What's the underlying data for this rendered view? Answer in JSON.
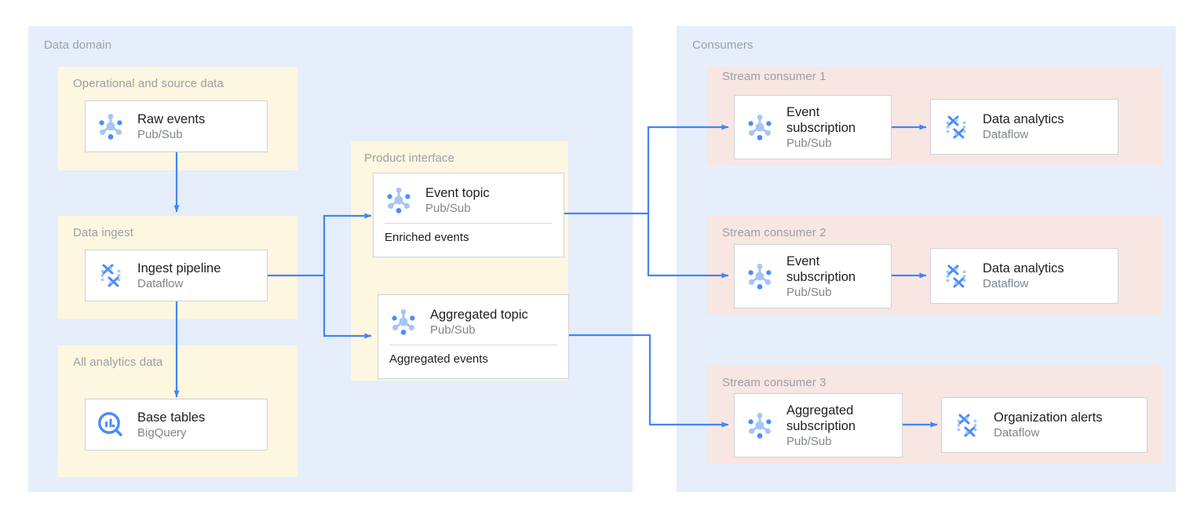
{
  "theme": {
    "canvas_bg": "#ffffff",
    "outer_panel_bg": "#e5eefa",
    "domain_group_bg": "#fdf6e0",
    "consumer_group_bg": "#f8e6e2",
    "card_bg": "#ffffff",
    "card_border": "#cfd2d6",
    "group_label_color": "#9aa0a6",
    "card_title_color": "#1f1f1f",
    "card_subtitle_color": "#80868b",
    "arrow_color": "#4285f4",
    "icon_color_dark": "#4b8df8",
    "icon_color_light": "#a7c5f5"
  },
  "panels": {
    "data_domain": {
      "label": "Data domain"
    },
    "consumers": {
      "label": "Consumers"
    },
    "product_interface": {
      "label": "Product interface"
    }
  },
  "groups": {
    "operational_source": {
      "label": "Operational and source data"
    },
    "data_ingest": {
      "label": "Data ingest"
    },
    "all_analytics": {
      "label": "All analytics data"
    },
    "stream_consumer_1": {
      "label": "Stream consumer 1"
    },
    "stream_consumer_2": {
      "label": "Stream consumer 2"
    },
    "stream_consumer_3": {
      "label": "Stream consumer 3"
    }
  },
  "cards": {
    "raw_events": {
      "title": "Raw events",
      "subtitle": "Pub/Sub",
      "icon": "pubsub-icon"
    },
    "ingest_pipeline": {
      "title": "Ingest pipeline",
      "subtitle": "Dataflow",
      "icon": "dataflow-icon"
    },
    "base_tables": {
      "title": "Base tables",
      "subtitle": "BigQuery",
      "icon": "bigquery-icon"
    },
    "event_topic": {
      "title": "Event topic",
      "subtitle": "Pub/Sub",
      "icon": "pubsub-icon",
      "footer": "Enriched events"
    },
    "aggregated_topic": {
      "title": "Aggregated topic",
      "subtitle": "Pub/Sub",
      "icon": "pubsub-icon",
      "footer": "Aggregated events"
    },
    "event_subscription_1": {
      "title": "Event\nsubscription",
      "subtitle": "Pub/Sub",
      "icon": "pubsub-icon"
    },
    "data_analytics_1": {
      "title": "Data analytics",
      "subtitle": "Dataflow",
      "icon": "dataflow-icon"
    },
    "event_subscription_2": {
      "title": "Event\nsubscription",
      "subtitle": "Pub/Sub",
      "icon": "pubsub-icon"
    },
    "data_analytics_2": {
      "title": "Data analytics",
      "subtitle": "Dataflow",
      "icon": "dataflow-icon"
    },
    "aggregated_subscription": {
      "title": "Aggregated\nsubscription",
      "subtitle": "Pub/Sub",
      "icon": "pubsub-icon"
    },
    "organization_alerts": {
      "title": "Organization alerts",
      "subtitle": "Dataflow",
      "icon": "dataflow-icon"
    }
  },
  "connections": [
    {
      "from": "raw_events",
      "to": "ingest_pipeline"
    },
    {
      "from": "ingest_pipeline",
      "to": "base_tables"
    },
    {
      "from": "ingest_pipeline",
      "to": "event_topic"
    },
    {
      "from": "ingest_pipeline",
      "to": "aggregated_topic"
    },
    {
      "from": "event_topic",
      "to": "event_subscription_1"
    },
    {
      "from": "event_topic",
      "to": "event_subscription_2"
    },
    {
      "from": "aggregated_topic",
      "to": "aggregated_subscription"
    },
    {
      "from": "event_subscription_1",
      "to": "data_analytics_1"
    },
    {
      "from": "event_subscription_2",
      "to": "data_analytics_2"
    },
    {
      "from": "aggregated_subscription",
      "to": "organization_alerts"
    }
  ]
}
